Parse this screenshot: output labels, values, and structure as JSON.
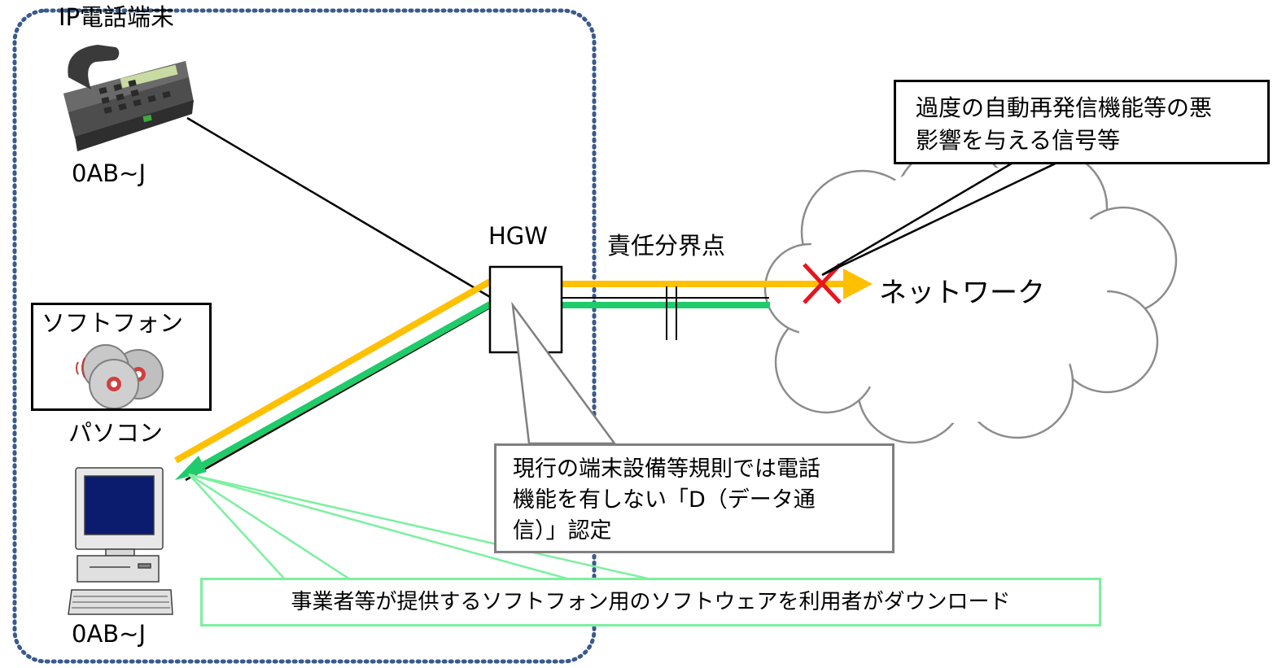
{
  "ip_phone": {
    "title": "IP電話端末",
    "number": "0AB~J"
  },
  "softphone": {
    "label": "ソフトフォン"
  },
  "pc": {
    "title": "パソコン",
    "number": "0AB~J"
  },
  "hgw": {
    "label": "HGW"
  },
  "demarcation": {
    "label": "責任分界点"
  },
  "network": {
    "label": "ネットワーク"
  },
  "callout_harmful": {
    "line1": "過度の自動再発信機能等の悪",
    "line2": "影響を与える信号等"
  },
  "callout_rules": {
    "line1": "現行の端末設備等規則では電話",
    "line2": "機能を有しない「D（データ通",
    "line3": "信）」認定"
  },
  "callout_download": {
    "text": "事業者等が提供するソフトフォン用のソフトウェアを利用者がダウンロード"
  },
  "colors": {
    "orange": "#FFC000",
    "green": "#1FCB6A",
    "red": "#E8141E",
    "dotted": "#3A5A8C",
    "light_green": "#7CF0A0",
    "gray": "#7F7F7F"
  }
}
